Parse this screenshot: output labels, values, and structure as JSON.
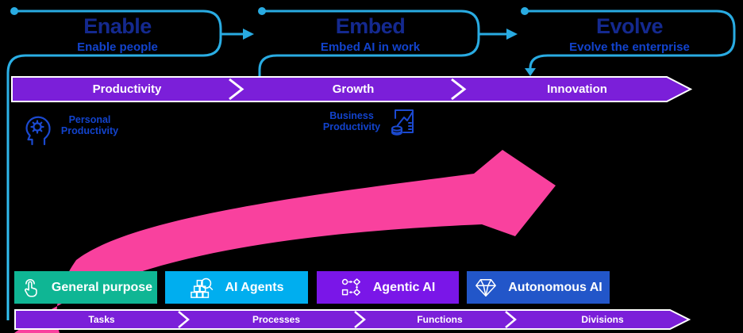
{
  "phases": [
    {
      "title": "Enable",
      "subtitle": "Enable people"
    },
    {
      "title": "Embed",
      "subtitle": "Embed AI in work"
    },
    {
      "title": "Evolve",
      "subtitle": "Evolve the enterprise"
    }
  ],
  "value_bar": {
    "segments": [
      "Productivity",
      "Growth",
      "Innovation"
    ]
  },
  "focus_labels": {
    "personal": "Personal Productivity",
    "business": "Business Productivity"
  },
  "capabilities": [
    {
      "label": "General purpose",
      "color": "#0FB694",
      "icon": "hand-tap-icon"
    },
    {
      "label": "AI Agents",
      "color": "#00AEEF",
      "icon": "search-cubes-icon"
    },
    {
      "label": "Agentic AI",
      "color": "#7A16E8",
      "icon": "workflow-icon"
    },
    {
      "label": "Autonomous AI",
      "color": "#2256C9",
      "icon": "gem-icon"
    }
  ],
  "scope_bar": {
    "segments": [
      "Tasks",
      "Processes",
      "Functions",
      "Divisions"
    ]
  },
  "colors": {
    "background": "#000000",
    "connector_cyan": "#29ABE2",
    "bar_purple": "#7B1FD9",
    "swoosh_pink": "#F9419E",
    "title_navy": "#14298F",
    "text_blue": "#1243CD"
  }
}
